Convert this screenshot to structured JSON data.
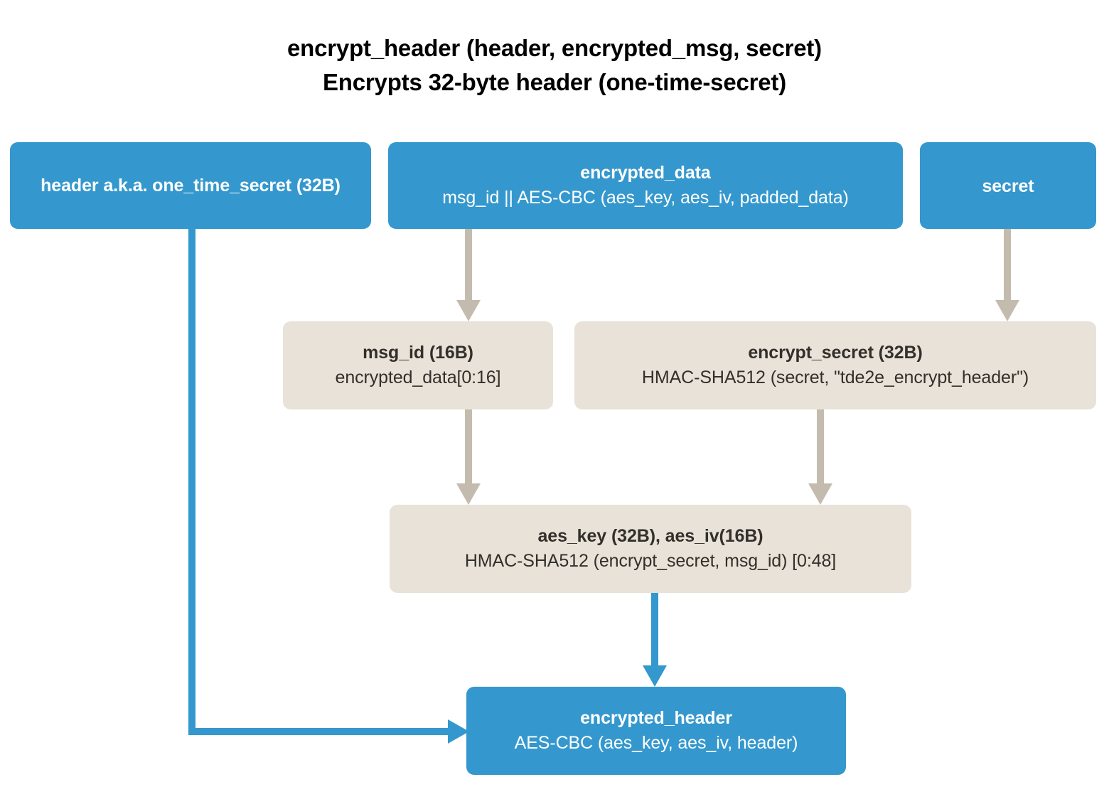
{
  "title": {
    "line1": "encrypt_header (header, encrypted_msg, secret)",
    "line2": "Encrypts 32-byte header (one-time-secret)"
  },
  "colors": {
    "blue": "#3498ce",
    "beige": "#e8e2d8",
    "gray_arrow": "#c3bcae",
    "blue_arrow": "#3498ce",
    "blue_text": "#ffffff",
    "beige_text": "#332f2a",
    "background": "#ffffff"
  },
  "nodes": {
    "header": {
      "title": "header a.k.a. one_time_secret (32B)",
      "sub": "",
      "style": "blue"
    },
    "encrypted_data": {
      "title": "encrypted_data",
      "sub": "msg_id || AES-CBC (aes_key, aes_iv, padded_data)",
      "style": "blue"
    },
    "secret": {
      "title": "secret",
      "sub": "",
      "style": "blue"
    },
    "msg_id": {
      "title": "msg_id (16B)",
      "sub": "encrypted_data[0:16]",
      "style": "beige"
    },
    "encrypt_secret": {
      "title": "encrypt_secret (32B)",
      "sub": "HMAC-SHA512 (secret, \"tde2e_encrypt_header\")",
      "style": "beige"
    },
    "aes": {
      "title": "aes_key (32B), aes_iv(16B)",
      "sub": "HMAC-SHA512 (encrypt_secret, msg_id) [0:48]",
      "style": "beige"
    },
    "encrypted_header": {
      "title": "encrypted_header",
      "sub": "AES-CBC (aes_key, aes_iv, header)",
      "style": "blue"
    }
  },
  "edges": [
    {
      "from": "encrypted_data",
      "to": "msg_id",
      "color": "gray",
      "shape": "vertical"
    },
    {
      "from": "secret",
      "to": "encrypt_secret",
      "color": "gray",
      "shape": "vertical"
    },
    {
      "from": "msg_id",
      "to": "aes",
      "color": "gray",
      "shape": "vertical"
    },
    {
      "from": "encrypt_secret",
      "to": "aes",
      "color": "gray",
      "shape": "vertical"
    },
    {
      "from": "aes",
      "to": "encrypted_header",
      "color": "blue",
      "shape": "vertical"
    },
    {
      "from": "header",
      "to": "encrypted_header",
      "color": "blue",
      "shape": "elbow-down-right"
    }
  ]
}
